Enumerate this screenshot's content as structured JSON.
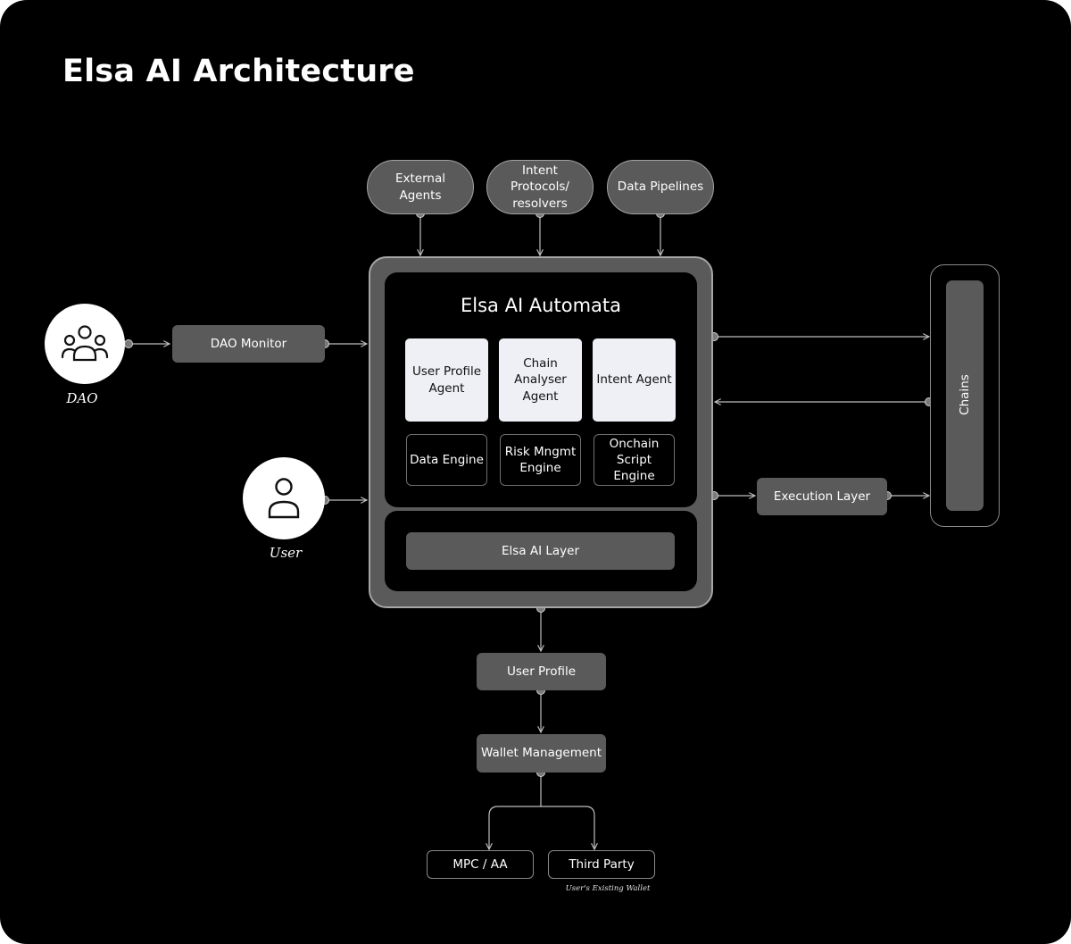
{
  "title": "Elsa AI Architecture",
  "inputs": {
    "external_agents": "External\nAgents",
    "intent_protocols": "Intent\nProtocols/\nresolvers",
    "data_pipelines": "Data Pipelines"
  },
  "automata": {
    "title": "Elsa AI Automata",
    "agents": [
      "User Profile\nAgent",
      "Chain\nAnalyser\nAgent",
      "Intent Agent"
    ],
    "engines": [
      "Data Engine",
      "Risk Mngmt\nEngine",
      "Onchain\nScript Engine"
    ],
    "layer": "Elsa AI Layer"
  },
  "dao": {
    "caption": "DAO",
    "monitor": "DAO Monitor"
  },
  "user": {
    "caption": "User"
  },
  "execution_layer": "Execution Layer",
  "chains": "Chains",
  "user_profile": "User Profile",
  "wallet_management": "Wallet Management",
  "wallets": {
    "mpc": "MPC / AA",
    "third_party": "Third Party",
    "third_party_note": "User's Existing Wallet"
  },
  "colors": {
    "background": "#000000",
    "node_fill": "#5a5a5a",
    "node_border": "#a3a3a3",
    "agent_fill": "#eef0f5",
    "wire": "#bdbdbd"
  },
  "icons": {
    "dao": "group-icon",
    "user": "person-icon"
  }
}
